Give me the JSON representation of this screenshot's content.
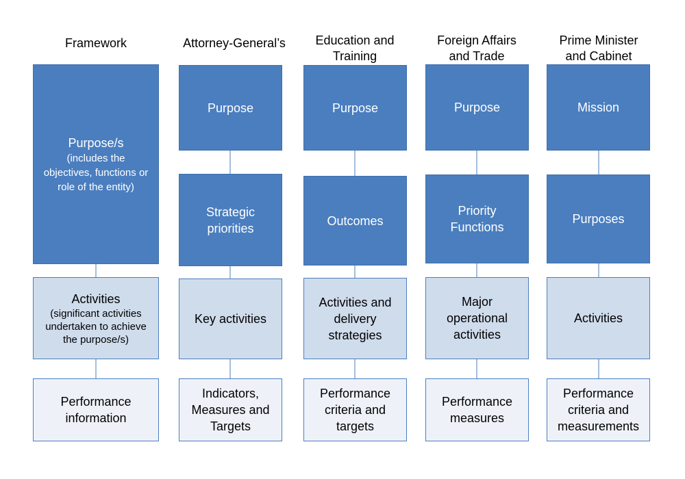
{
  "columns": [
    {
      "header": "Framework",
      "purpose": "Purpose/s",
      "purpose_sub": "(includes the\nobjectives, functions or\nrole of the entity)",
      "activities": "Activities",
      "activities_sub": "(significant activities\nundertaken to achieve\nthe purpose/s)",
      "performance": "Performance\ninformation"
    },
    {
      "header": "Attorney-General’s",
      "purpose": "Purpose",
      "second": "Strategic\npriorities",
      "activities": "Key activities",
      "performance": "Indicators,\nMeasures and\nTargets"
    },
    {
      "header": "Education and\nTraining",
      "purpose": "Purpose",
      "second": "Outcomes",
      "activities": "Activities and\ndelivery\nstrategies",
      "performance": "Performance\ncriteria and\ntargets"
    },
    {
      "header": "Foreign Affairs\nand Trade",
      "purpose": "Purpose",
      "second": "Priority\nFunctions",
      "activities": "Major\noperational\nactivities",
      "performance": "Performance\nmeasures"
    },
    {
      "header": "Prime Minister\nand Cabinet",
      "purpose": "Mission",
      "second": "Purposes",
      "activities": "Activities",
      "performance": "Performance\ncriteria and\nmeasurements"
    }
  ],
  "colors": {
    "dark_box": "#4a7ebf",
    "mid_box": "#cfdcec",
    "light_box": "#eef2f8",
    "connector": "#4a7ebf"
  }
}
